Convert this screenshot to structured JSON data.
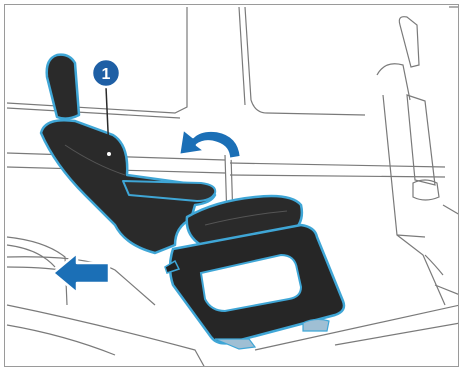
{
  "illustration": {
    "callouts": [
      {
        "label": "1"
      }
    ],
    "arrows": [
      {
        "icon": "rotate-arrow-icon",
        "direction": "counterclockwise"
      },
      {
        "icon": "arrow-left-icon",
        "direction": "left"
      }
    ],
    "colors": {
      "line": "#6e6e6e",
      "seat": "#2a2a2a",
      "seat_outline": "#3fa6d6",
      "arrow_blue": "#1b6fb6",
      "arrow_outline": "#ffffff",
      "callout_fill": "#1e5fa5",
      "callout_ring": "#ffffff"
    }
  }
}
